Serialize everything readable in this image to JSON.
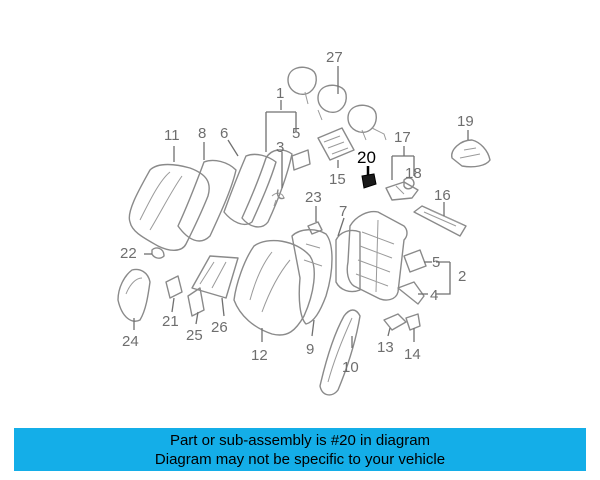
{
  "diagram": {
    "callouts": {
      "c1": "1",
      "c2": "2",
      "c3": "3",
      "c4": "4",
      "c5a": "5",
      "c5b": "5",
      "c6": "6",
      "c7": "7",
      "c8": "8",
      "c9": "9",
      "c10": "10",
      "c11": "11",
      "c12": "12",
      "c13": "13",
      "c14": "14",
      "c15": "15",
      "c16": "16",
      "c17": "17",
      "c18": "18",
      "c19": "19",
      "c20": "20",
      "c21": "21",
      "c22": "22",
      "c23": "23",
      "c24": "24",
      "c25": "25",
      "c26": "26",
      "c27": "27"
    },
    "highlight_part": "20",
    "highlight_color": "#000000",
    "callout_color": "#6e6e6e"
  },
  "banner": {
    "line1": "Part or sub-assembly is #20 in diagram",
    "line2": "Diagram may not be specific to your vehicle",
    "background": "#14aee8"
  }
}
